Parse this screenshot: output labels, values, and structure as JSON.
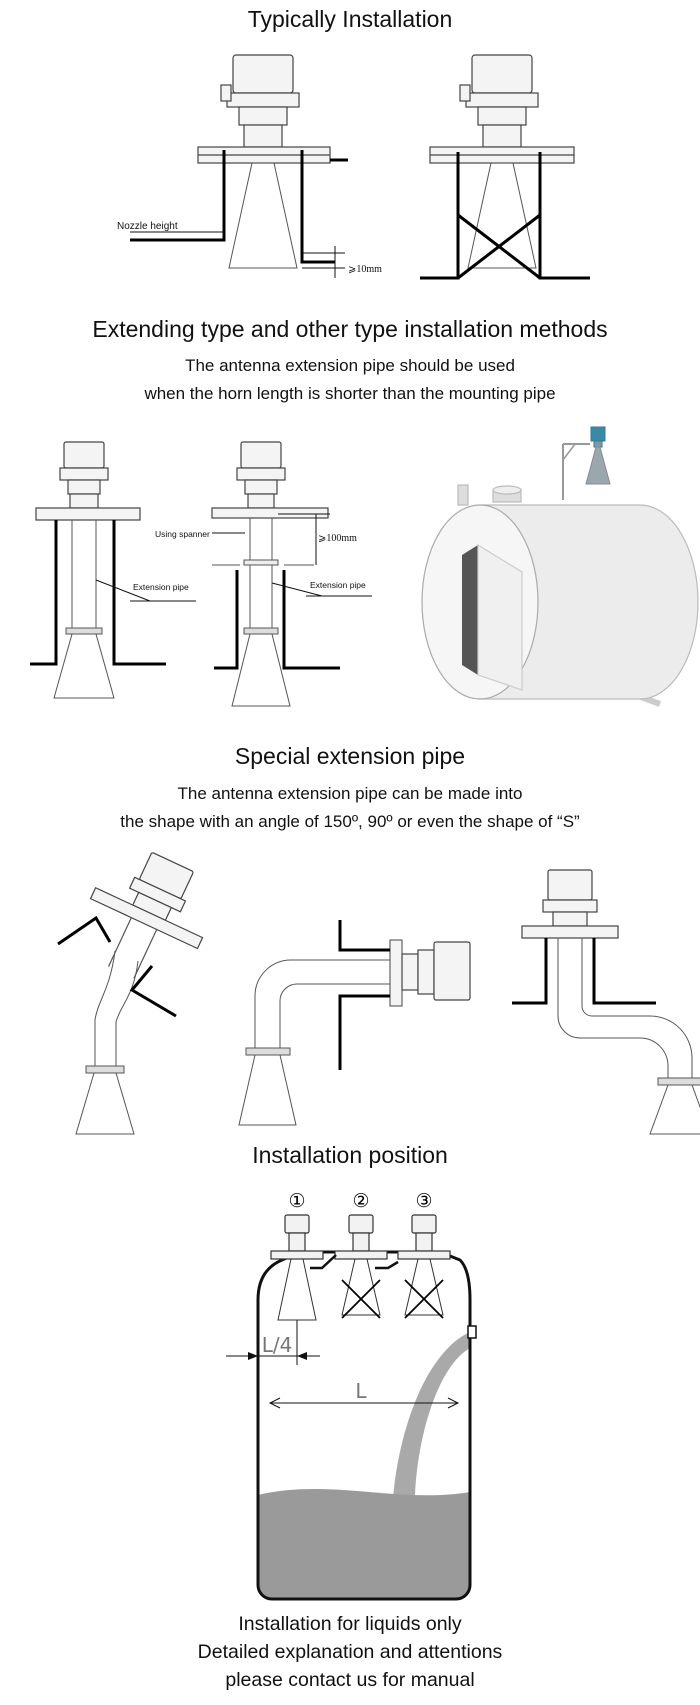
{
  "sections": {
    "typical": {
      "title": "Typically Installation",
      "nozzle_label": "Nozzle height",
      "gap_label": "⩾10mm"
    },
    "extending": {
      "title": "Extending type and other type installation methods",
      "line1": "The antenna extension pipe should be used",
      "line2": "when the horn length is shorter than the mounting pipe",
      "extension_label_1": "Extension pipe",
      "extension_label_2": "Extension pipe",
      "spanner_label": "Using spanner",
      "gap_label": "⩾100mm"
    },
    "special": {
      "title": "Special extension pipe",
      "line1": "The antenna extension pipe can be made into",
      "line2": "the shape with an angle of 150º, 90º or even the shape of “S”"
    },
    "position": {
      "title": "Installation position",
      "markers": [
        "①",
        "②",
        "③"
      ],
      "quarter_label": "L/4",
      "length_label": "L"
    }
  },
  "footer": {
    "line1": "Installation for liquids only",
    "line2": "Detailed explanation and attentions",
    "line3": "please contact us for manual"
  }
}
